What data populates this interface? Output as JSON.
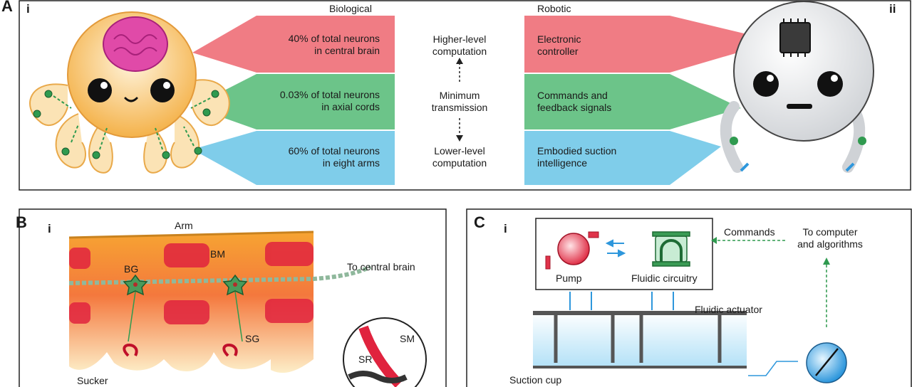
{
  "panel_a": {
    "letter": "A",
    "left_sub": "i",
    "right_sub": "ii",
    "headers": {
      "biological": "Biological",
      "robotic": "Robotic"
    },
    "biological_bands": [
      {
        "line1": "40% of total neurons",
        "line2": "in central brain",
        "color": "#f07c84"
      },
      {
        "line1": "0.03% of total neurons",
        "line2": "in axial cords",
        "color": "#6cc489"
      },
      {
        "line1": "60% of total neurons",
        "line2": "in eight arms",
        "color": "#7fcdea"
      }
    ],
    "middle": {
      "top": {
        "line1": "Higher-level",
        "line2": "computation"
      },
      "mid": {
        "line1": "Minimum",
        "line2": "transmission"
      },
      "bottom": {
        "line1": "Lower-level",
        "line2": "computation"
      }
    },
    "robotic_bands": [
      {
        "line1": "Electronic",
        "line2": "controller"
      },
      {
        "line1": "Commands and",
        "line2": "feedback signals"
      },
      {
        "line1": "Embodied suction",
        "line2": "intelligence"
      }
    ]
  },
  "panel_b": {
    "letter": "B",
    "sub": "i",
    "labels": {
      "arm": "Arm",
      "bm": "BM",
      "bg": "BG",
      "sg": "SG",
      "to_brain": "To central brain",
      "sucker": "Sucker",
      "sm": "SM",
      "sr": "SR"
    }
  },
  "panel_c": {
    "letter": "C",
    "sub": "i",
    "labels": {
      "pump": "Pump",
      "fluidic_circuitry": "Fluidic circuitry",
      "commands": "Commands",
      "to_computer_l1": "To computer",
      "to_computer_l2": "and algorithms",
      "fluidic_actuator": "Fluidic actuator",
      "suction_cup": "Suction cup"
    }
  }
}
